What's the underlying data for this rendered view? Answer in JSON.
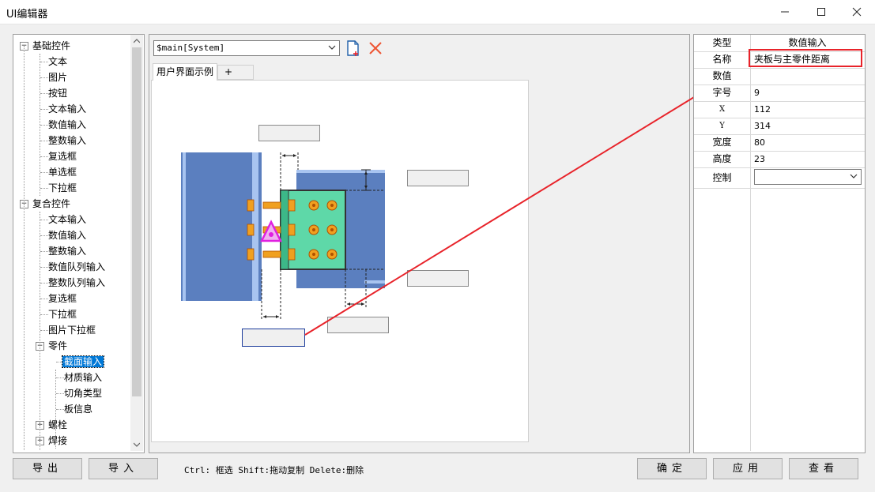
{
  "window": {
    "title": "UI编辑器"
  },
  "tree": {
    "items": [
      {
        "label": "基础控件",
        "expander": "⊟"
      },
      {
        "label": "文本"
      },
      {
        "label": "图片"
      },
      {
        "label": "按钮"
      },
      {
        "label": "文本输入"
      },
      {
        "label": "数值输入"
      },
      {
        "label": "整数输入"
      },
      {
        "label": "复选框"
      },
      {
        "label": "单选框"
      },
      {
        "label": "下拉框"
      },
      {
        "label": "复合控件",
        "expander": "⊟"
      },
      {
        "label": "文本输入"
      },
      {
        "label": "数值输入"
      },
      {
        "label": "整数输入"
      },
      {
        "label": "数值队列输入"
      },
      {
        "label": "整数队列输入"
      },
      {
        "label": "复选框"
      },
      {
        "label": "下拉框"
      },
      {
        "label": "图片下拉框"
      },
      {
        "label": "零件",
        "expander": "⊟"
      },
      {
        "label": "截面输入",
        "selected": true
      },
      {
        "label": "材质输入"
      },
      {
        "label": "切角类型"
      },
      {
        "label": "板信息"
      },
      {
        "label": "螺栓",
        "expander": "⊞"
      },
      {
        "label": "焊接",
        "expander": "⊞"
      }
    ]
  },
  "toolbar": {
    "scope_value": "$main[System]",
    "new_icon": "new-file-icon",
    "delete_icon": "close-x-icon"
  },
  "tabs": {
    "active": "用户界面示例",
    "add": "+"
  },
  "properties": {
    "header_key": "类型",
    "header_value": "数值输入",
    "rows": [
      {
        "key": "名称",
        "value": "夹板与主零件距离"
      },
      {
        "key": "数值",
        "value": ""
      },
      {
        "key": "字号",
        "value": "9"
      },
      {
        "key": "X",
        "value": "112"
      },
      {
        "key": "Y",
        "value": "314"
      },
      {
        "key": "宽度",
        "value": "80"
      },
      {
        "key": "高度",
        "value": "23"
      }
    ],
    "control_key": "控制",
    "control_value": ""
  },
  "bottom": {
    "export_label": "导出",
    "import_label": "导入",
    "hint": "Ctrl: 框选 Shift:拖动复制 Delete:删除",
    "ok_label": "确定",
    "apply_label": "应用",
    "view_label": "查看"
  },
  "colors": {
    "accent": "#0078d7",
    "steel_blue": "#5b7fbf",
    "plate_green": "#5ed8a8",
    "bolt_orange": "#f0a020",
    "highlight_red": "#e8232a",
    "marker_magenta": "#e020e0"
  }
}
